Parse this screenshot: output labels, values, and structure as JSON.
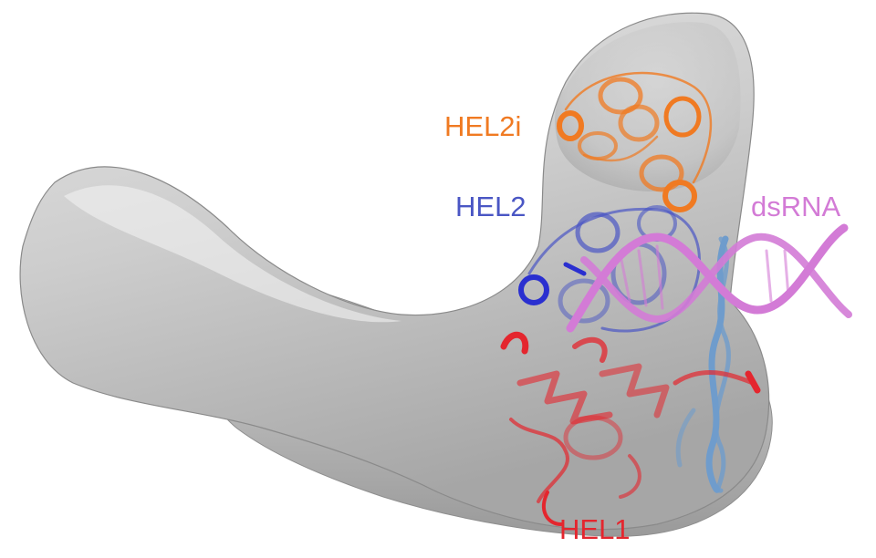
{
  "labels": {
    "hel2i": "HEL2i",
    "hel2": "HEL2",
    "dsrna": "dsRNA",
    "hel1": "HEL1"
  },
  "colors": {
    "background": "#ffffff",
    "density_map": "#c9c9c9",
    "hel2i": "#f07a22",
    "hel2": "#4a56c4",
    "dsrna": "#d37bd6",
    "hel1": "#e4262e",
    "pincer_helix": "#6f9ccc"
  }
}
